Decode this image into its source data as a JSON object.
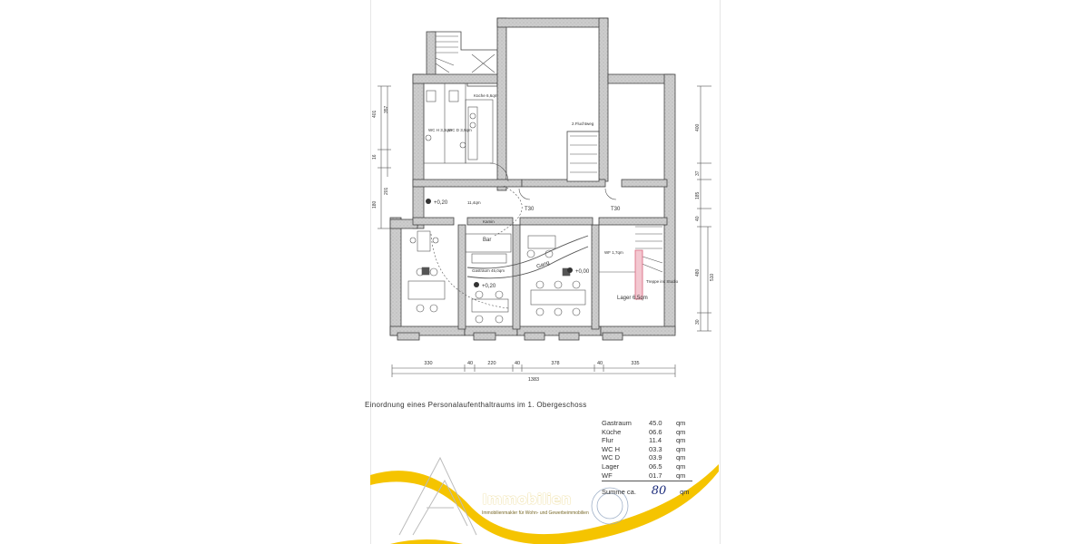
{
  "plan_labels": {
    "kueche": "Küche 6,6qm",
    "zugang": "2.Fluchtweg",
    "wch": "WC H 3,3qm",
    "wcd": "WC D 3,9qm",
    "flur": "11,4qm",
    "t30a": "T30",
    "t30b": "T30",
    "bar": "Bar",
    "theke": "Gastraum 45,0qm",
    "gang": "Gang",
    "lager": "Lager 6,5qm",
    "wf": "WF 1,7qm",
    "treppe": "Treppe ins Studio",
    "lev1": "+0,20",
    "lev2": "+0,20",
    "lev3": "+0,00",
    "kamin": "Kamin"
  },
  "dimensions": {
    "bottom": [
      "330",
      "40",
      "220",
      "40",
      "378",
      "40",
      "335"
    ],
    "total": "1383",
    "left": [
      "401",
      "16",
      "201",
      "180"
    ],
    "left_outer": [
      "357"
    ],
    "right": [
      "400",
      "37",
      "185",
      "40",
      "480",
      "30"
    ],
    "right_outer": [
      "510"
    ]
  },
  "caption": "Einordnung eines Personalaufenthaltraums im 1. Obergeschoss",
  "areas": [
    {
      "name": "Gastraum",
      "value": "45.0",
      "unit": "qm"
    },
    {
      "name": "Küche",
      "value": "06.6",
      "unit": "qm"
    },
    {
      "name": "Flur",
      "value": "11.4",
      "unit": "qm"
    },
    {
      "name": "WC  H",
      "value": "03.3",
      "unit": "qm"
    },
    {
      "name": "WC  D",
      "value": "03.9",
      "unit": "qm"
    },
    {
      "name": "Lager",
      "value": "06.5",
      "unit": "qm"
    },
    {
      "name": "WF",
      "value": "01.7",
      "unit": "qm"
    }
  ],
  "total": {
    "label": "Summe ca.",
    "value": "80",
    "unit": "qm"
  },
  "brand": {
    "name": "Immobilien",
    "tagline": "Immobilienmakler für Wohn- und Gewerbeimmobilien"
  },
  "colors": {
    "wall": "#c9c9c9",
    "swoosh": "#f5c400",
    "handwriting": "#1a2a7a",
    "red_wall": "#d9637a"
  }
}
